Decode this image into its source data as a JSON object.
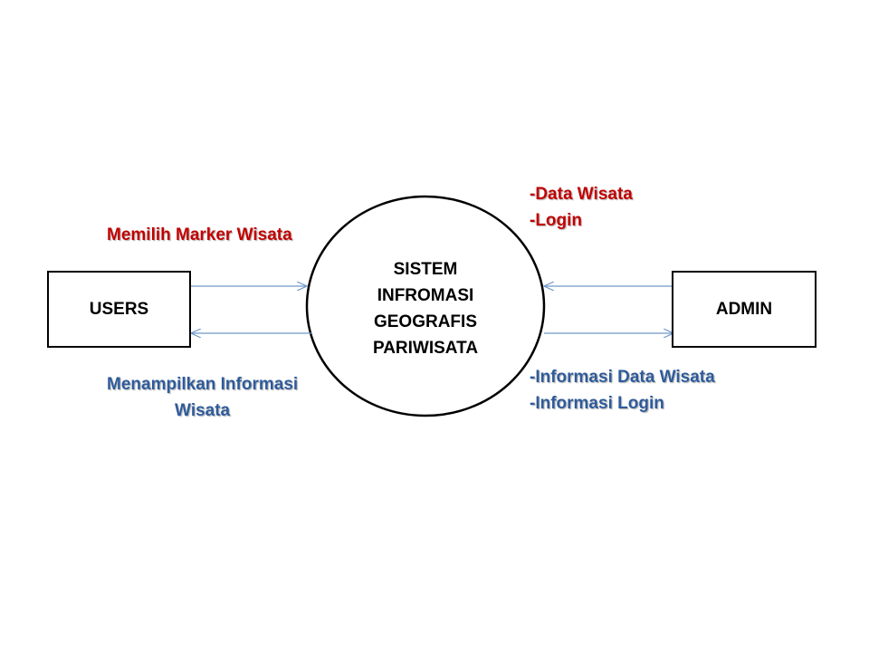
{
  "colors": {
    "input_flow": "#c00000",
    "output_flow": "#2e5a9a",
    "arrow": "#6f98c8",
    "stroke": "#000000"
  },
  "external_entities": {
    "users": "USERS",
    "admin": "ADMIN"
  },
  "process": {
    "lines": [
      "SISTEM",
      "INFROMASI",
      "GEOGRAFIS",
      "PARIWISATA"
    ]
  },
  "flows": {
    "users_to_system": [
      "Memilih Marker Wisata"
    ],
    "system_to_users": [
      "Menampilkan Informasi",
      "Wisata"
    ],
    "admin_to_system": [
      "-Data Wisata",
      "-Login"
    ],
    "system_to_admin": [
      "-Informasi Data Wisata",
      "-Informasi Login"
    ]
  }
}
